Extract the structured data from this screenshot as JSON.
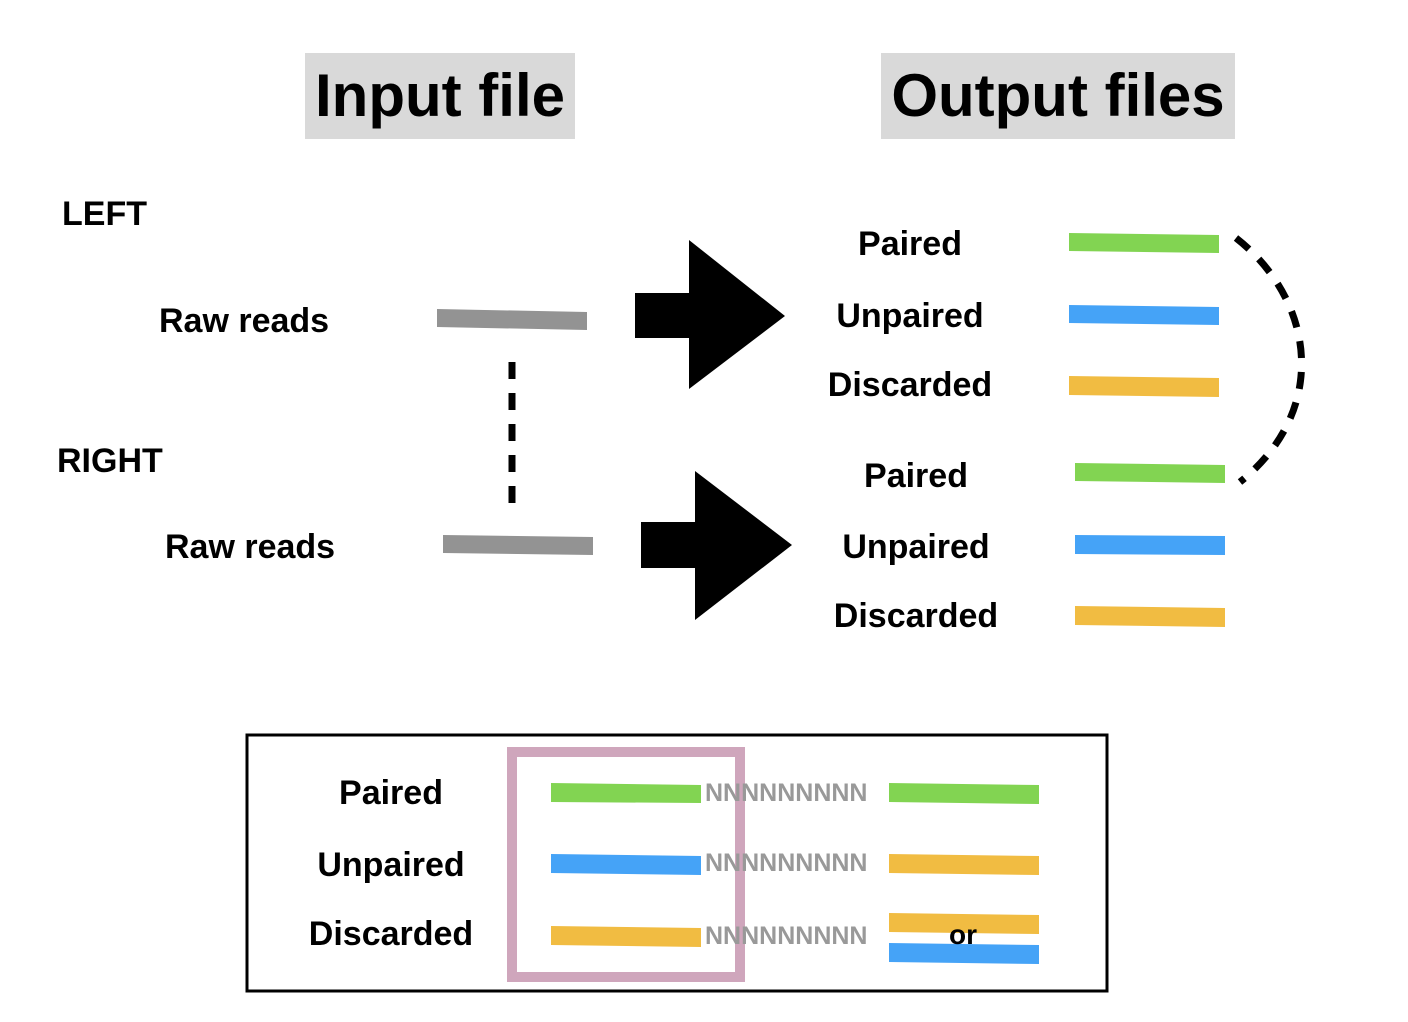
{
  "headers": {
    "input": "Input file",
    "output": "Output files"
  },
  "input": {
    "left_label": "LEFT",
    "right_label": "RIGHT",
    "left_reads": "Raw reads",
    "right_reads": "Raw reads"
  },
  "output": {
    "left": [
      "Paired",
      "Unpaired",
      "Discarded"
    ],
    "right": [
      "Paired",
      "Unpaired",
      "Discarded"
    ]
  },
  "legend": {
    "rows": [
      "Paired",
      "Unpaired",
      "Discarded"
    ],
    "spacer": "NNNNNNNNN",
    "or_label": "or"
  },
  "colors": {
    "raw": "#939393",
    "paired": "#82d452",
    "unpaired": "#45a3f7",
    "discarded": "#f1bc42",
    "highlight_box": "#cfa6bc",
    "header_bg": "#d9d9d9"
  }
}
